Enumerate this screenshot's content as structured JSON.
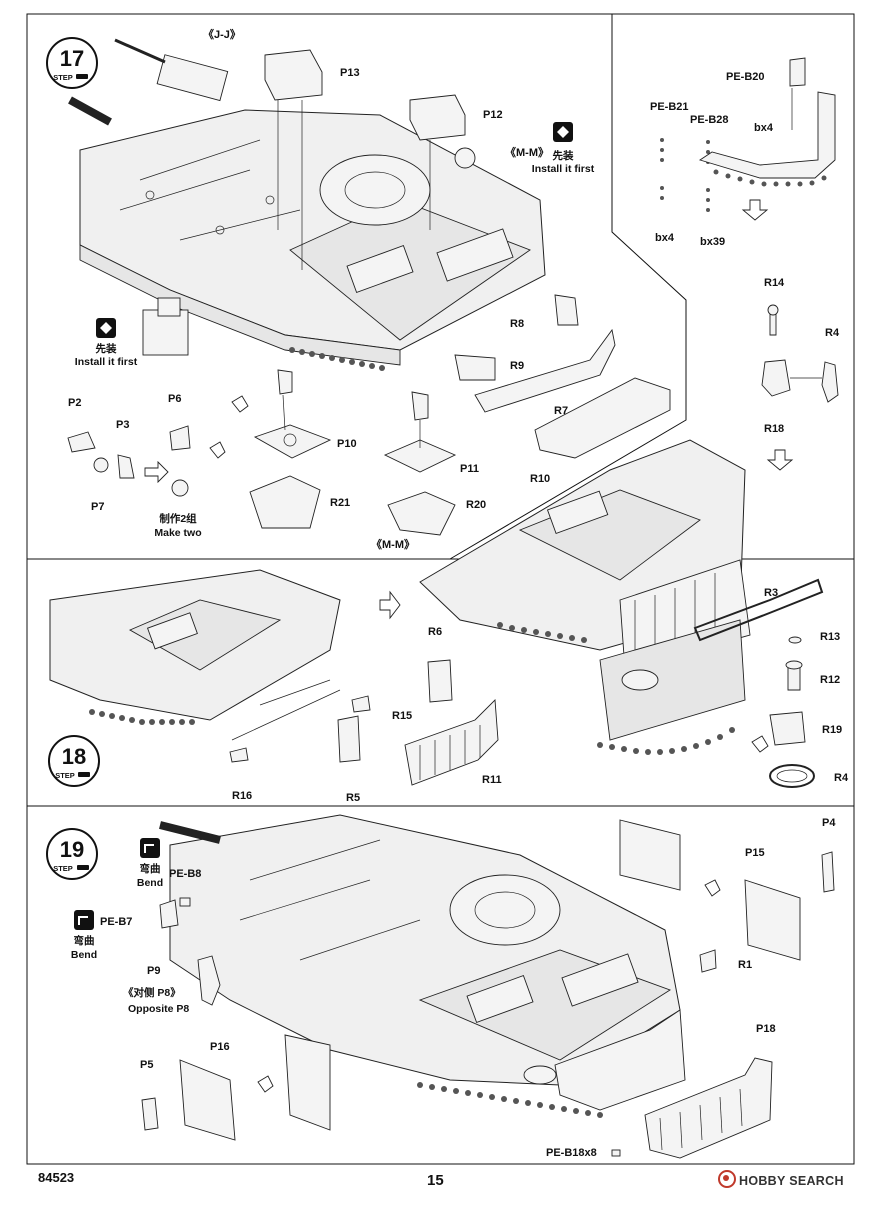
{
  "steps": [
    {
      "number": "17",
      "word": "STEP"
    },
    {
      "number": "18",
      "word": "STEP"
    },
    {
      "number": "19",
      "word": "STEP"
    }
  ],
  "step17": {
    "view_jj": "《J-J》",
    "view_mm_top": "《M-M》",
    "view_mm_bottom": "《M-M》",
    "install_cn_1": "先装",
    "install_en_1": "Install it first",
    "install_cn_2": "先装",
    "install_en_2": "Install it first",
    "make_cn": "制作2组",
    "make_en": "Make two",
    "parts": [
      "P13",
      "P12",
      "P2",
      "P3",
      "P6",
      "P7",
      "P10",
      "P11",
      "R21",
      "R20",
      "R8",
      "R9",
      "R7",
      "R10"
    ]
  },
  "step17b": {
    "parts": [
      "PE-B20",
      "PE-B21",
      "PE-B28",
      "bx4",
      "bx4",
      "bx39",
      "R14",
      "R4",
      "R18"
    ]
  },
  "step18": {
    "parts": [
      "R6",
      "R15",
      "R16",
      "R5",
      "R11",
      "R3",
      "R13",
      "R12",
      "R19",
      "R4"
    ]
  },
  "step19": {
    "bend_cn_1": "弯曲",
    "bend_en_1": "Bend",
    "bend_cn_2": "弯曲",
    "bend_en_2": "Bend",
    "opposite_cn": "《对侧  P8》",
    "opposite_en": "Opposite P8",
    "parts": [
      "PE-B8",
      "PE-B7",
      "P9",
      "P4",
      "P15",
      "R1",
      "P5",
      "P16",
      "P18",
      "PE-B18x8"
    ]
  },
  "footer": {
    "code": "84523",
    "page_number": "15",
    "watermark": "HOBBY SEARCH"
  }
}
